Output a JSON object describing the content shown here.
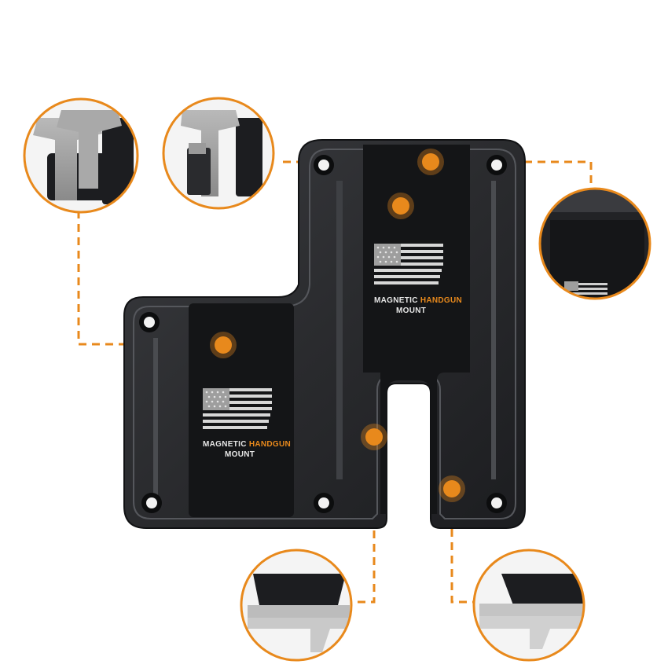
{
  "mount_labels": {
    "line1_prefix": "MAGNETIC ",
    "line1_accent": "HANDGUN",
    "line2": "MOUNT"
  },
  "colors": {
    "accent": "#e8891c",
    "mount_body": "#2b2c2f",
    "mount_panel": "#141517",
    "screw_hole": "#f2f2f2"
  },
  "callouts": [
    {
      "icon": "two-holstered-pistols-icon"
    },
    {
      "icon": "holster-side-view-icon"
    },
    {
      "icon": "mount-edge-closeup-icon"
    },
    {
      "icon": "pistol-slide-bottom-closeup-icon"
    },
    {
      "icon": "pistol-slide-corner-closeup-icon"
    }
  ]
}
